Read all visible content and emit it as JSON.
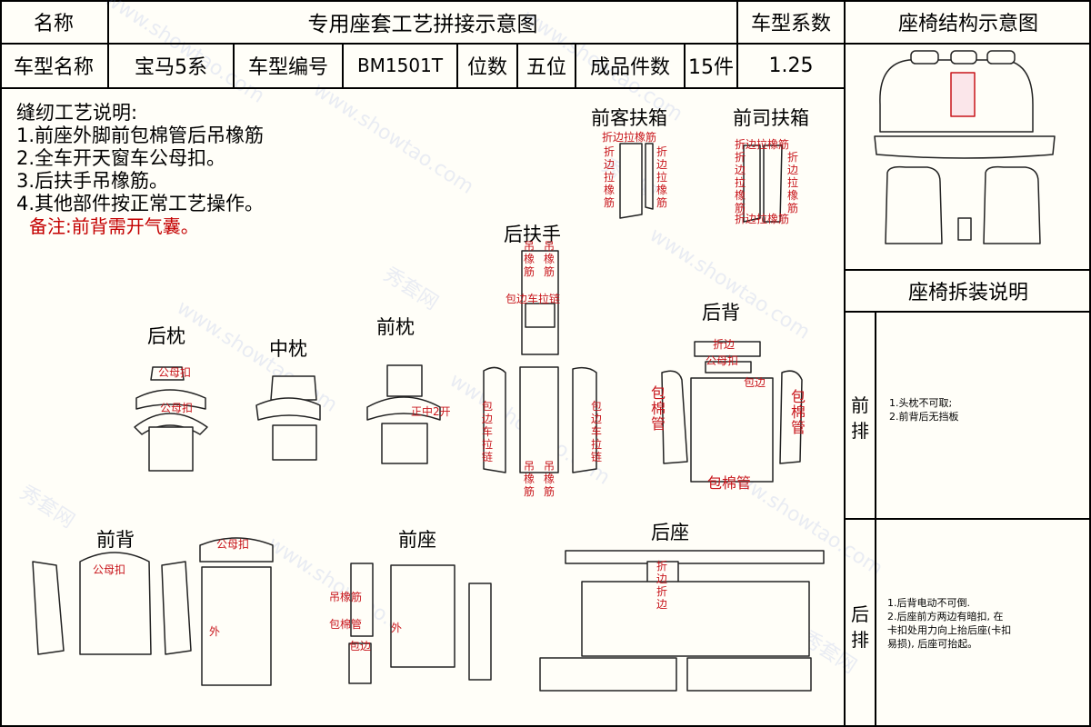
{
  "header": {
    "name_label": "名称",
    "title": "专用座套工艺拼接示意图",
    "coef_label": "车型系数",
    "structure_label": "座椅结构示意图"
  },
  "info": {
    "model_name_label": "车型名称",
    "model_name": "宝马5系",
    "model_code_label": "车型编号",
    "model_code": "BM1501T",
    "seats_label": "位数",
    "seats": "五位",
    "pieces_label": "成品件数",
    "pieces": "15件",
    "coef": "1.25"
  },
  "instructions": {
    "title": "缝纫工艺说明:",
    "items": [
      "1.前座外脚前包棉管后吊橡筋",
      "2.全车开天窗车公母扣。",
      "3.后扶手吊橡筋。",
      "4.其他部件按正常工艺操作。"
    ],
    "note": "备注:前背需开气囊。"
  },
  "parts": {
    "front_passenger_armrest": "前客扶箱",
    "front_driver_armrest": "前司扶箱",
    "rear_armrest": "后扶手",
    "rear_headrest": "后枕",
    "middle_headrest": "中枕",
    "front_headrest": "前枕",
    "rear_back": "后背",
    "front_back": "前背",
    "front_seat": "前座",
    "rear_seat": "后座"
  },
  "annotations": {
    "fold_zip": "折边拉橡筋",
    "fold_zip_vert": "折边拉橡筋",
    "hang_elastic": "吊橡筋",
    "wrap_zip": "包边车拉链",
    "wrap_zip_vert": "包边车拉链",
    "snap": "公母扣",
    "fold": "折边",
    "wrap_edge": "包边",
    "wrap_tube": "包棉管",
    "outer": "外",
    "open_mid": "正中2开",
    "fold_small": "折边折边"
  },
  "disassembly": {
    "title": "座椅拆装说明",
    "front_label": "前排",
    "front_notes": [
      "1.头枕不可取;",
      "2.前背后无挡板"
    ],
    "rear_label": "后排",
    "rear_notes": [
      "1.后背电动不可倒.",
      "2.后座前方两边有暗扣, 在",
      "卡扣处用力向上抬后座(卡扣",
      "易损), 后座可抬起。"
    ]
  },
  "watermark": {
    "cn": "秀套网",
    "url": "www.showtao.com"
  },
  "colors": {
    "annotation_red": "#c8151b",
    "note_red": "#c40000",
    "watermark": "#8c9ce0"
  }
}
